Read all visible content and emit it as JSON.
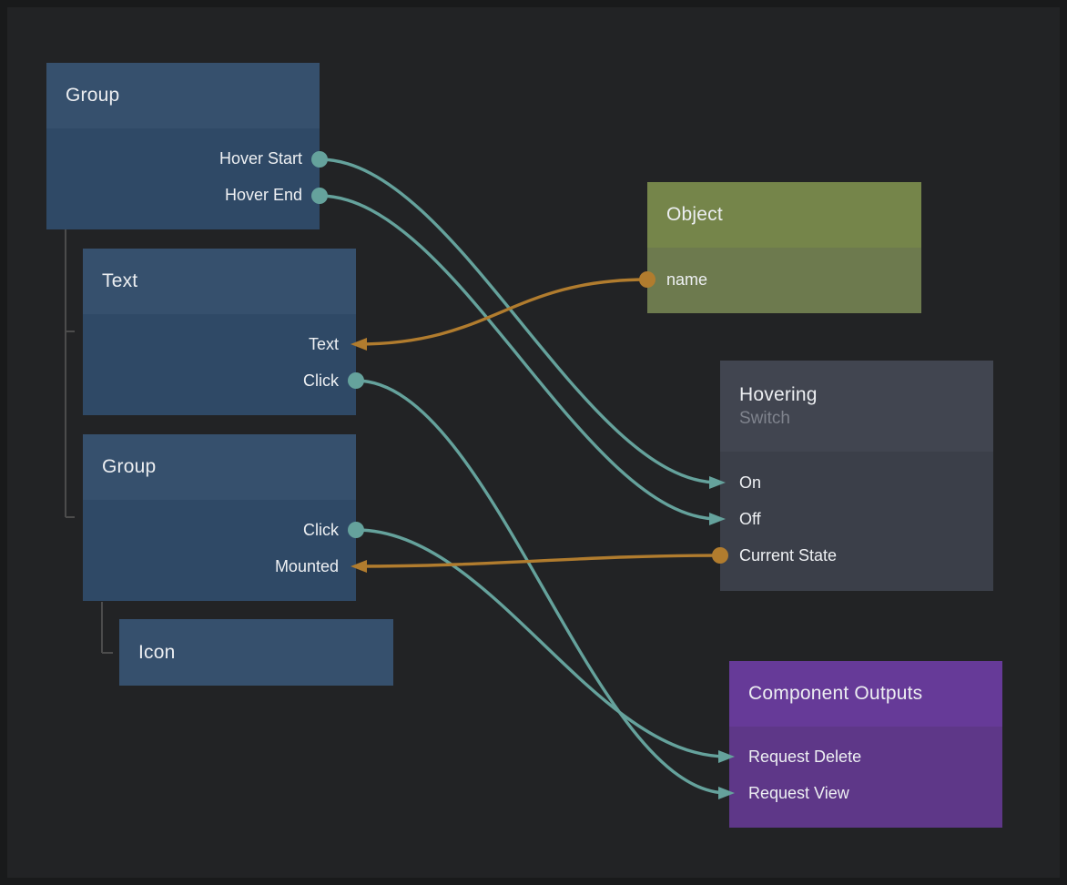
{
  "app": {
    "view": "node-graph-canvas"
  },
  "colors": {
    "teal": "#65a29c",
    "orange": "#b17c2e",
    "hierarchy_line": "#4c4c4c",
    "canvas_background": "#222325",
    "blue_node": "#36506d",
    "green_node": "#75854a",
    "slate_node": "#414550",
    "purple_node": "#663a98"
  },
  "nodes": {
    "group1": {
      "title": "Group",
      "ports": [
        {
          "id": "hover_start",
          "label": "Hover Start",
          "kind": "output"
        },
        {
          "id": "hover_end",
          "label": "Hover End",
          "kind": "output"
        }
      ]
    },
    "text1": {
      "title": "Text",
      "ports": [
        {
          "id": "text",
          "label": "Text",
          "kind": "input"
        },
        {
          "id": "click",
          "label": "Click",
          "kind": "output"
        }
      ]
    },
    "group2": {
      "title": "Group",
      "ports": [
        {
          "id": "click",
          "label": "Click",
          "kind": "output"
        },
        {
          "id": "mounted",
          "label": "Mounted",
          "kind": "input"
        }
      ]
    },
    "icon1": {
      "title": "Icon",
      "ports": []
    },
    "object1": {
      "title": "Object",
      "ports": [
        {
          "id": "name",
          "label": "name",
          "kind": "output"
        }
      ]
    },
    "hovering": {
      "title": "Hovering",
      "subtitle": "Switch",
      "ports": [
        {
          "id": "on",
          "label": "On",
          "kind": "input"
        },
        {
          "id": "off",
          "label": "Off",
          "kind": "input"
        },
        {
          "id": "current_state",
          "label": "Current State",
          "kind": "output"
        }
      ]
    },
    "outputs": {
      "title": "Component Outputs",
      "ports": [
        {
          "id": "request_delete",
          "label": "Request Delete",
          "kind": "input"
        },
        {
          "id": "request_view",
          "label": "Request View",
          "kind": "input"
        }
      ]
    }
  },
  "connections": [
    {
      "from": "group1.hover_start",
      "to": "hovering.on",
      "color": "teal"
    },
    {
      "from": "group1.hover_end",
      "to": "hovering.off",
      "color": "teal"
    },
    {
      "from": "object1.name",
      "to": "text1.text",
      "color": "orange"
    },
    {
      "from": "group2.click",
      "to": "outputs.request_delete",
      "color": "teal"
    },
    {
      "from": "text1.click",
      "to": "outputs.request_view",
      "color": "teal"
    },
    {
      "from": "hovering.current_state",
      "to": "group2.mounted",
      "color": "orange"
    }
  ]
}
